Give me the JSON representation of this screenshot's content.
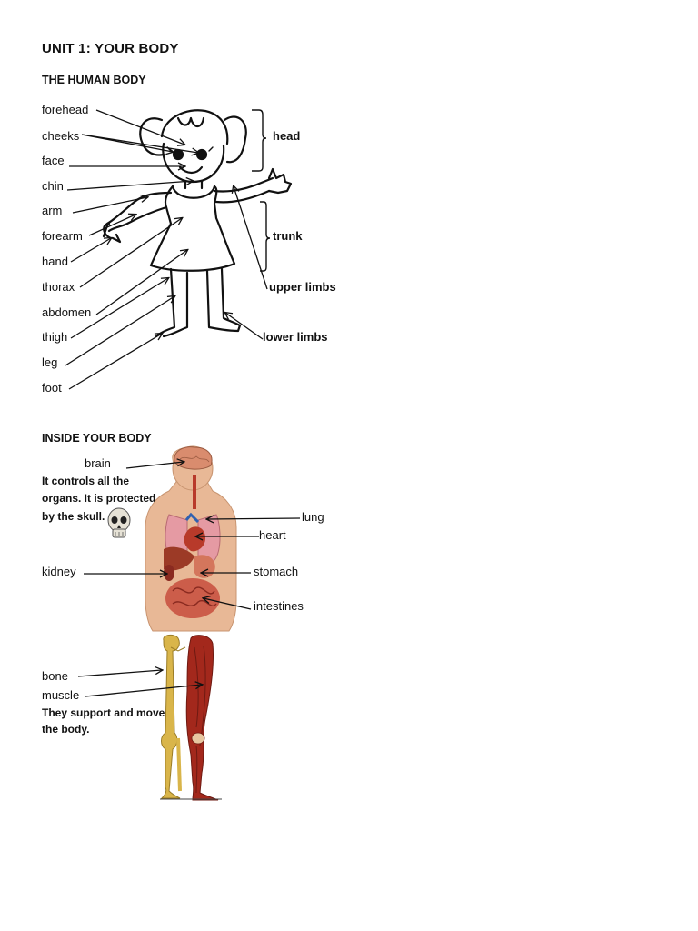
{
  "unit_title": "UNIT 1: YOUR BODY",
  "section1": {
    "title": "THE HUMAN BODY",
    "left_labels": [
      "forehead",
      "cheeks",
      "face",
      "chin",
      "arm",
      "forearm",
      "hand",
      "thorax",
      "abdomen",
      "thigh",
      "leg",
      "foot"
    ],
    "right_labels": {
      "head": "head",
      "trunk": "trunk",
      "upper_limbs": "upper limbs",
      "lower_limbs": "lower limbs"
    }
  },
  "section2": {
    "title": "INSIDE YOUR BODY",
    "brain": "brain",
    "brain_note": [
      "It controls all the",
      "organs. It is protected",
      "by the skull."
    ],
    "lung": "lung",
    "heart": "heart",
    "kidney": "kidney",
    "stomach": "stomach",
    "intestines": "intestines",
    "bone": "bone",
    "muscle": "muscle",
    "support_note": [
      "They support and move",
      "the body."
    ]
  },
  "colors": {
    "skin": "#e8b896",
    "organ_red": "#b83a2a",
    "bone": "#d9b54a",
    "muscle": "#a3281c",
    "lung": "#e59aa3"
  }
}
